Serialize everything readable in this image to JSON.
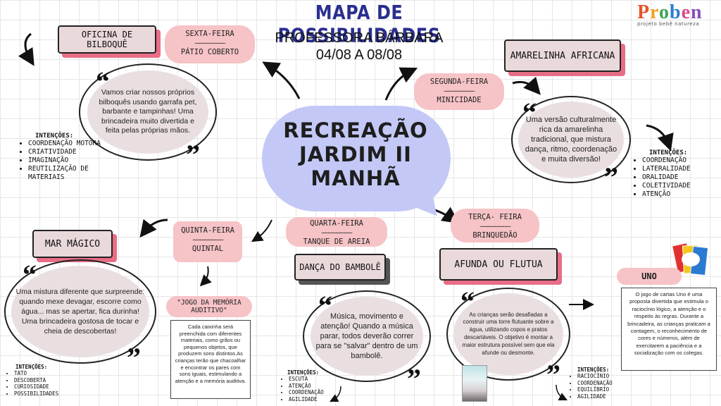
{
  "header": {
    "title": "MAPA DE POSSIBILIDADES",
    "teacher": "PROFESSORA BÁRBARA",
    "dates": "04/08 A 08/08"
  },
  "logo": {
    "letters": [
      "P",
      "r",
      "o",
      "b",
      "e",
      "n"
    ],
    "tagline": "projeto bebê natureza"
  },
  "center": {
    "line1": "RECREAÇÃO",
    "line2": "JARDIM II",
    "line3": "MANHÃ"
  },
  "days": {
    "friday": {
      "day": "SEXTA-FEIRA",
      "dash": "————————",
      "place": "PÁTIO COBERTO"
    },
    "monday": {
      "day": "SEGUNDA-FEIRA",
      "dash": "————————",
      "place": "MINICIDADE"
    },
    "thursday": {
      "day": "QUINTA-FEIRA",
      "dash": "————————",
      "place": "QUINTAL"
    },
    "wednesday": {
      "day": "QUARTA-FEIRA",
      "dash": "————————",
      "place": "TANQUE DE AREIA"
    },
    "tuesday": {
      "day": "TERÇA- FEIRA",
      "dash": "————————",
      "place": "BRINQUEDÃO"
    }
  },
  "activities": {
    "bilboque": {
      "label": "OFICINA DE BILBOQUÊ",
      "text": "Vamos criar nossos próprios bilboquês usando garrafa pet, barbante e tampinhas! Uma brincadeira muito divertida e feita pelas próprias mãos.",
      "intentions_title": "INTENÇÕES:",
      "intentions": [
        "COORDENAÇÃO MOTORA",
        "CRIATIVIDADE",
        "IMAGINAÇÃO",
        "REUTILIZAÇÃO DE MATERIAIS"
      ]
    },
    "amarelinha": {
      "label": "AMARELINHA AFRICANA",
      "text": "Uma versão culturalmente rica da amarelinha tradicional, que mistura dança, ritmo, coordenação e muita diversão!",
      "intentions_title": "INTENÇÕES:",
      "intentions": [
        "COORDENAÇÃO",
        "LATERALIDADE",
        "ORALIDADE",
        "COLETIVIDADE",
        "ATENÇÃO"
      ]
    },
    "mar_magico": {
      "label": "MAR MÁGICO",
      "text": "Uma mistura diferente que surpreende: quando mexe devagar, escorre como água... mas se apertar, fica durinha! Uma brincadeira gostosa de tocar e cheia de descobertas!",
      "intentions_title": "INTENÇÕES:",
      "intentions": [
        "TATO",
        "DESCOBERTA",
        "CURIOSIDADE",
        "POSSIBILIDADES"
      ]
    },
    "memoria": {
      "label": "\"JOGO DA MEMÓRIA AUDITIVO\"",
      "text": "Cada caixinha será preenchida com diferentes materiais, como grãos ou pequenos objetos, que produzem sons distintos.As crianças terão que chacoalhar e encontrar os pares com sons iguais, estimulando a atenção e a memória auditiva."
    },
    "bambole": {
      "label": "DANÇA DO BAMBOLÊ",
      "text": "Música, movimento e atenção! Quando a música parar, todos deverão correr para se \"salvar\" dentro de um bambolê.",
      "intentions_title": "INTENÇÕES:",
      "intentions": [
        "ESCUTA",
        "ATENÇÃO",
        "COORDENAÇÃO",
        "AGILIDADE"
      ]
    },
    "afunda": {
      "label": "AFUNDA OU FLUTUA",
      "text": "As crianças serão desafiadas a construir uma torre flutuante sobre a água, utilizando copos e pratos descartáveis. O objetivo é montar a maior estrutura possível sem que ela afunde ou desmonte.",
      "intentions_title": "INTENÇÕES:",
      "intentions": [
        "RACIOCÍNIO",
        "COORDENAÇÃO",
        "EQUILÍBRIO",
        "AGILIDADE"
      ]
    },
    "uno": {
      "label": "UNO",
      "text": "O jogo de cartas Uno é uma proposta divertida que estimula o raciocínio lógico, a atenção e o respeito às regras. Durante a brincadeira, as crianças praticam a contagem, o reconhecimento de cores e números, além de exercitarem a paciência e a socialização com os colegas."
    }
  },
  "quote_open": "“",
  "quote_close": "”",
  "colors": {
    "title_blue": "#2a2f8f",
    "center_bubble": "#c3c8f6",
    "pill_pink": "#f6c3c6",
    "label_bg": "#ead9da",
    "label_shadow": "#e86d86",
    "oval_fill": "#eadfe0"
  }
}
